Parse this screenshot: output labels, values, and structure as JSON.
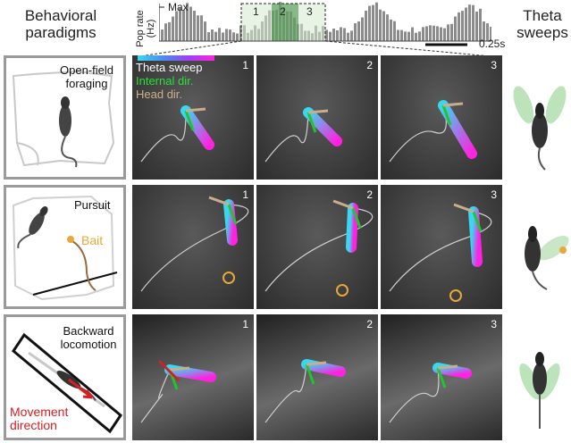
{
  "headers": {
    "left_line1": "Behavioral",
    "left_line2": "paradigms",
    "right_line1": "Theta",
    "right_line2": "sweeps"
  },
  "raster": {
    "ylabel_line1": "Pop rate",
    "ylabel_line2": "(Hz)",
    "max_label": "Max",
    "scale_label": "0.25s",
    "segments": [
      "1",
      "2",
      "3"
    ]
  },
  "legend": {
    "theta_sweep": "Theta sweep",
    "internal_dir": "Internal dir.",
    "head_dir": "Head dir."
  },
  "rows": [
    {
      "title_line1": "Open-field",
      "title_line2": "foraging",
      "extra": ""
    },
    {
      "title_line1": "Pursuit",
      "title_line2": "",
      "extra": "Bait"
    },
    {
      "title_line1": "Backward",
      "title_line2": "locomotion",
      "extra": "Movement direction",
      "extra_line1": "Movement",
      "extra_line2": "direction"
    }
  ],
  "frame_numbers": [
    "1",
    "2",
    "3"
  ],
  "colors": {
    "internal_dir": "#22c42e",
    "head_dir": "#c9ad8c",
    "movement": "#d42020",
    "bait": "#e8a838",
    "sweep_start": "#38d8f0",
    "sweep_end": "#ff22e0",
    "panel_border": "#9a9a9a",
    "raster_fill": "#8c8c8c"
  }
}
